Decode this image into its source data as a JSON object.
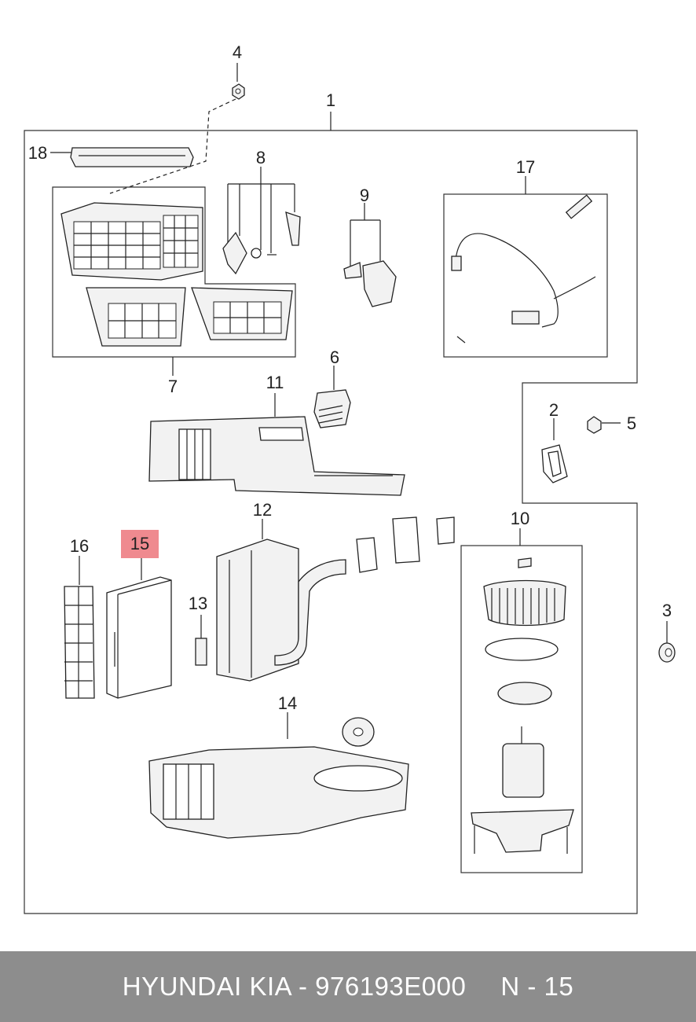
{
  "diagram": {
    "callouts": [
      "1",
      "2",
      "3",
      "4",
      "5",
      "6",
      "7",
      "8",
      "9",
      "10",
      "11",
      "12",
      "13",
      "14",
      "15",
      "16",
      "17",
      "18"
    ],
    "highlighted_callout": "15",
    "colors": {
      "highlight": "#ef8a8f",
      "footer_bg": "#8d8d8d",
      "footer_text": "#ffffff"
    }
  },
  "footer": {
    "brand_part": "HYUNDAI KIA - 976193E000",
    "ref": "N - 15"
  }
}
